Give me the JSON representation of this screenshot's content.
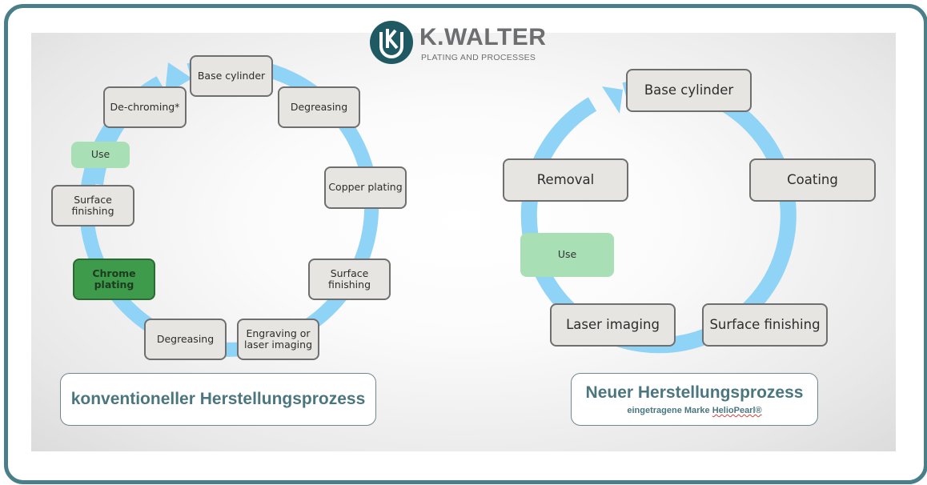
{
  "logo": {
    "name": "K.WALTER",
    "tagline": "PLATING AND PROCESSES",
    "brand_color": "#1f5a63"
  },
  "colors": {
    "frame": "#4a7f89",
    "cycle_arrow": "#8fd3f7",
    "node_fill": "#e7e5e2",
    "use_fill": "#a9dfb4",
    "chrome_fill": "#3e9b4b",
    "title_text": "#4b767f"
  },
  "conventional": {
    "title": "konventioneller Herstellungsprozess",
    "steps": [
      {
        "label": "Base cylinder"
      },
      {
        "label": "Degreasing"
      },
      {
        "label": "Copper plating"
      },
      {
        "label": "Surface finishing"
      },
      {
        "label": "Engraving or laser imaging"
      },
      {
        "label": "Degreasing"
      },
      {
        "label": "Chrome plating"
      },
      {
        "label": "Surface finishing"
      },
      {
        "label": "Use"
      },
      {
        "label": "De-chroming*"
      }
    ]
  },
  "new_process": {
    "title": "Neuer Herstellungsprozess",
    "subtitle_prefix": "eingetragene Marke ",
    "trademark": "HelioPearl®",
    "steps": [
      {
        "label": "Base cylinder"
      },
      {
        "label": "Coating"
      },
      {
        "label": "Surface finishing"
      },
      {
        "label": "Laser imaging"
      },
      {
        "label": "Use"
      },
      {
        "label": "Removal"
      }
    ]
  }
}
